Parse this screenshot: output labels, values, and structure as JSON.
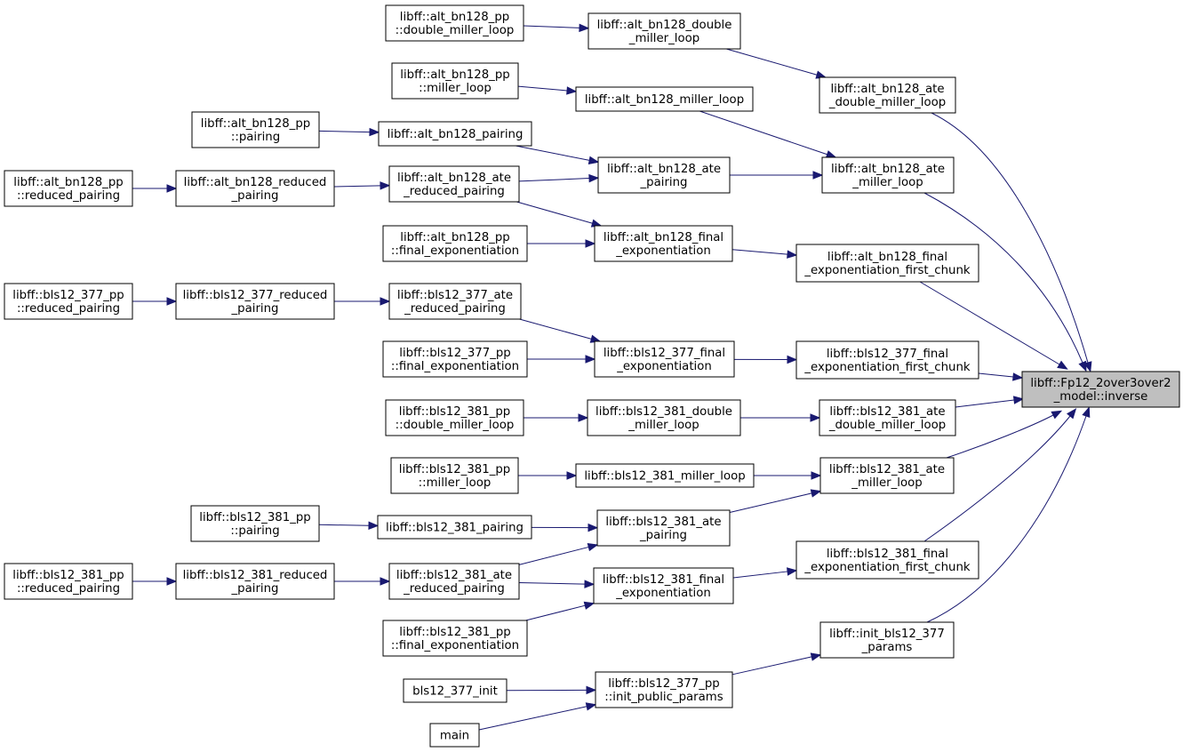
{
  "graph": {
    "nodes": [
      {
        "id": "fp12_inverse",
        "lines": [
          "libff::Fp12_2over3over2",
          "_model::inverse"
        ],
        "highlighted": true
      },
      {
        "id": "alt_bn128_pp_double_miller_loop",
        "lines": [
          "libff::alt_bn128_pp",
          "::double_miller_loop"
        ]
      },
      {
        "id": "alt_bn128_double_miller_loop",
        "lines": [
          "libff::alt_bn128_double",
          "_miller_loop"
        ]
      },
      {
        "id": "alt_bn128_ate_double_miller_loop",
        "lines": [
          "libff::alt_bn128_ate",
          "_double_miller_loop"
        ]
      },
      {
        "id": "alt_bn128_pp_miller_loop",
        "lines": [
          "libff::alt_bn128_pp",
          "::miller_loop"
        ]
      },
      {
        "id": "alt_bn128_miller_loop",
        "lines": [
          "libff::alt_bn128_miller_loop"
        ]
      },
      {
        "id": "alt_bn128_pp_pairing",
        "lines": [
          "libff::alt_bn128_pp",
          "::pairing"
        ]
      },
      {
        "id": "alt_bn128_pairing",
        "lines": [
          "libff::alt_bn128_pairing"
        ]
      },
      {
        "id": "alt_bn128_ate_pairing",
        "lines": [
          "libff::alt_bn128_ate",
          "_pairing"
        ]
      },
      {
        "id": "alt_bn128_ate_miller_loop",
        "lines": [
          "libff::alt_bn128_ate",
          "_miller_loop"
        ]
      },
      {
        "id": "alt_bn128_pp_reduced_pairing",
        "lines": [
          "libff::alt_bn128_pp",
          "::reduced_pairing"
        ]
      },
      {
        "id": "alt_bn128_reduced_pairing",
        "lines": [
          "libff::alt_bn128_reduced",
          "_pairing"
        ]
      },
      {
        "id": "alt_bn128_ate_reduced_pairing",
        "lines": [
          "libff::alt_bn128_ate",
          "_reduced_pairing"
        ]
      },
      {
        "id": "alt_bn128_pp_final_exponentiation",
        "lines": [
          "libff::alt_bn128_pp",
          "::final_exponentiation"
        ]
      },
      {
        "id": "alt_bn128_final_exponentiation",
        "lines": [
          "libff::alt_bn128_final",
          "_exponentiation"
        ]
      },
      {
        "id": "alt_bn128_final_exponentiation_first_chunk",
        "lines": [
          "libff::alt_bn128_final",
          "_exponentiation_first_chunk"
        ]
      },
      {
        "id": "bls12_377_pp_reduced_pairing",
        "lines": [
          "libff::bls12_377_pp",
          "::reduced_pairing"
        ]
      },
      {
        "id": "bls12_377_reduced_pairing",
        "lines": [
          "libff::bls12_377_reduced",
          "_pairing"
        ]
      },
      {
        "id": "bls12_377_ate_reduced_pairing",
        "lines": [
          "libff::bls12_377_ate",
          "_reduced_pairing"
        ]
      },
      {
        "id": "bls12_377_pp_final_exponentiation",
        "lines": [
          "libff::bls12_377_pp",
          "::final_exponentiation"
        ]
      },
      {
        "id": "bls12_377_final_exponentiation",
        "lines": [
          "libff::bls12_377_final",
          "_exponentiation"
        ]
      },
      {
        "id": "bls12_377_final_exponentiation_first_chunk",
        "lines": [
          "libff::bls12_377_final",
          "_exponentiation_first_chunk"
        ]
      },
      {
        "id": "bls12_381_pp_double_miller_loop",
        "lines": [
          "libff::bls12_381_pp",
          "::double_miller_loop"
        ]
      },
      {
        "id": "bls12_381_double_miller_loop",
        "lines": [
          "libff::bls12_381_double",
          "_miller_loop"
        ]
      },
      {
        "id": "bls12_381_ate_double_miller_loop",
        "lines": [
          "libff::bls12_381_ate",
          "_double_miller_loop"
        ]
      },
      {
        "id": "bls12_381_pp_miller_loop",
        "lines": [
          "libff::bls12_381_pp",
          "::miller_loop"
        ]
      },
      {
        "id": "bls12_381_miller_loop",
        "lines": [
          "libff::bls12_381_miller_loop"
        ]
      },
      {
        "id": "bls12_381_ate_miller_loop",
        "lines": [
          "libff::bls12_381_ate",
          "_miller_loop"
        ]
      },
      {
        "id": "bls12_381_pp_pairing",
        "lines": [
          "libff::bls12_381_pp",
          "::pairing"
        ]
      },
      {
        "id": "bls12_381_pairing",
        "lines": [
          "libff::bls12_381_pairing"
        ]
      },
      {
        "id": "bls12_381_ate_pairing",
        "lines": [
          "libff::bls12_381_ate",
          "_pairing"
        ]
      },
      {
        "id": "bls12_381_final_exponentiation_first_chunk",
        "lines": [
          "libff::bls12_381_final",
          "_exponentiation_first_chunk"
        ]
      },
      {
        "id": "bls12_381_pp_reduced_pairing",
        "lines": [
          "libff::bls12_381_pp",
          "::reduced_pairing"
        ]
      },
      {
        "id": "bls12_381_reduced_pairing",
        "lines": [
          "libff::bls12_381_reduced",
          "_pairing"
        ]
      },
      {
        "id": "bls12_381_ate_reduced_pairing",
        "lines": [
          "libff::bls12_381_ate",
          "_reduced_pairing"
        ]
      },
      {
        "id": "bls12_381_final_exponentiation",
        "lines": [
          "libff::bls12_381_final",
          "_exponentiation"
        ]
      },
      {
        "id": "bls12_381_pp_final_exponentiation",
        "lines": [
          "libff::bls12_381_pp",
          "::final_exponentiation"
        ]
      },
      {
        "id": "init_bls12_377_params",
        "lines": [
          "libff::init_bls12_377",
          "_params"
        ]
      },
      {
        "id": "bls12_377_init",
        "lines": [
          "bls12_377_init"
        ]
      },
      {
        "id": "bls12_377_pp_init_public_params",
        "lines": [
          "libff::bls12_377_pp",
          "::init_public_params"
        ]
      },
      {
        "id": "main",
        "lines": [
          "main"
        ]
      }
    ],
    "edges": [
      {
        "from": "alt_bn128_pp_double_miller_loop",
        "to": "alt_bn128_double_miller_loop"
      },
      {
        "from": "alt_bn128_double_miller_loop",
        "to": "alt_bn128_ate_double_miller_loop"
      },
      {
        "from": "alt_bn128_ate_double_miller_loop",
        "to": "fp12_inverse"
      },
      {
        "from": "alt_bn128_pp_miller_loop",
        "to": "alt_bn128_miller_loop"
      },
      {
        "from": "alt_bn128_miller_loop",
        "to": "alt_bn128_ate_miller_loop"
      },
      {
        "from": "alt_bn128_pp_pairing",
        "to": "alt_bn128_pairing"
      },
      {
        "from": "alt_bn128_pairing",
        "to": "alt_bn128_ate_pairing"
      },
      {
        "from": "alt_bn128_ate_pairing",
        "to": "alt_bn128_ate_miller_loop"
      },
      {
        "from": "alt_bn128_ate_miller_loop",
        "to": "fp12_inverse"
      },
      {
        "from": "alt_bn128_pp_reduced_pairing",
        "to": "alt_bn128_reduced_pairing"
      },
      {
        "from": "alt_bn128_reduced_pairing",
        "to": "alt_bn128_ate_reduced_pairing"
      },
      {
        "from": "alt_bn128_ate_reduced_pairing",
        "to": "alt_bn128_ate_pairing"
      },
      {
        "from": "alt_bn128_ate_reduced_pairing",
        "to": "alt_bn128_final_exponentiation"
      },
      {
        "from": "alt_bn128_pp_final_exponentiation",
        "to": "alt_bn128_final_exponentiation"
      },
      {
        "from": "alt_bn128_final_exponentiation",
        "to": "alt_bn128_final_exponentiation_first_chunk"
      },
      {
        "from": "alt_bn128_final_exponentiation_first_chunk",
        "to": "fp12_inverse"
      },
      {
        "from": "bls12_377_pp_reduced_pairing",
        "to": "bls12_377_reduced_pairing"
      },
      {
        "from": "bls12_377_reduced_pairing",
        "to": "bls12_377_ate_reduced_pairing"
      },
      {
        "from": "bls12_377_ate_reduced_pairing",
        "to": "bls12_377_final_exponentiation"
      },
      {
        "from": "bls12_377_pp_final_exponentiation",
        "to": "bls12_377_final_exponentiation"
      },
      {
        "from": "bls12_377_final_exponentiation",
        "to": "bls12_377_final_exponentiation_first_chunk"
      },
      {
        "from": "bls12_377_final_exponentiation_first_chunk",
        "to": "fp12_inverse"
      },
      {
        "from": "bls12_381_pp_double_miller_loop",
        "to": "bls12_381_double_miller_loop"
      },
      {
        "from": "bls12_381_double_miller_loop",
        "to": "bls12_381_ate_double_miller_loop"
      },
      {
        "from": "bls12_381_ate_double_miller_loop",
        "to": "fp12_inverse"
      },
      {
        "from": "bls12_381_pp_miller_loop",
        "to": "bls12_381_miller_loop"
      },
      {
        "from": "bls12_381_miller_loop",
        "to": "bls12_381_ate_miller_loop"
      },
      {
        "from": "bls12_381_ate_miller_loop",
        "to": "fp12_inverse"
      },
      {
        "from": "bls12_381_pp_pairing",
        "to": "bls12_381_pairing"
      },
      {
        "from": "bls12_381_pairing",
        "to": "bls12_381_ate_pairing"
      },
      {
        "from": "bls12_381_ate_pairing",
        "to": "bls12_381_ate_miller_loop"
      },
      {
        "from": "bls12_381_pp_reduced_pairing",
        "to": "bls12_381_reduced_pairing"
      },
      {
        "from": "bls12_381_reduced_pairing",
        "to": "bls12_381_ate_reduced_pairing"
      },
      {
        "from": "bls12_381_ate_reduced_pairing",
        "to": "bls12_381_ate_pairing"
      },
      {
        "from": "bls12_381_ate_reduced_pairing",
        "to": "bls12_381_final_exponentiation"
      },
      {
        "from": "bls12_381_pp_final_exponentiation",
        "to": "bls12_381_final_exponentiation"
      },
      {
        "from": "bls12_381_final_exponentiation",
        "to": "bls12_381_final_exponentiation_first_chunk"
      },
      {
        "from": "bls12_381_final_exponentiation_first_chunk",
        "to": "fp12_inverse"
      },
      {
        "from": "init_bls12_377_params",
        "to": "fp12_inverse"
      },
      {
        "from": "bls12_377_pp_init_public_params",
        "to": "init_bls12_377_params"
      },
      {
        "from": "bls12_377_init",
        "to": "bls12_377_pp_init_public_params"
      },
      {
        "from": "main",
        "to": "bls12_377_pp_init_public_params"
      }
    ],
    "colors": {
      "edge": "#191970",
      "root_fill": "#bfbfbf",
      "node_fill": "#ffffff",
      "node_stroke": "#000000"
    }
  }
}
